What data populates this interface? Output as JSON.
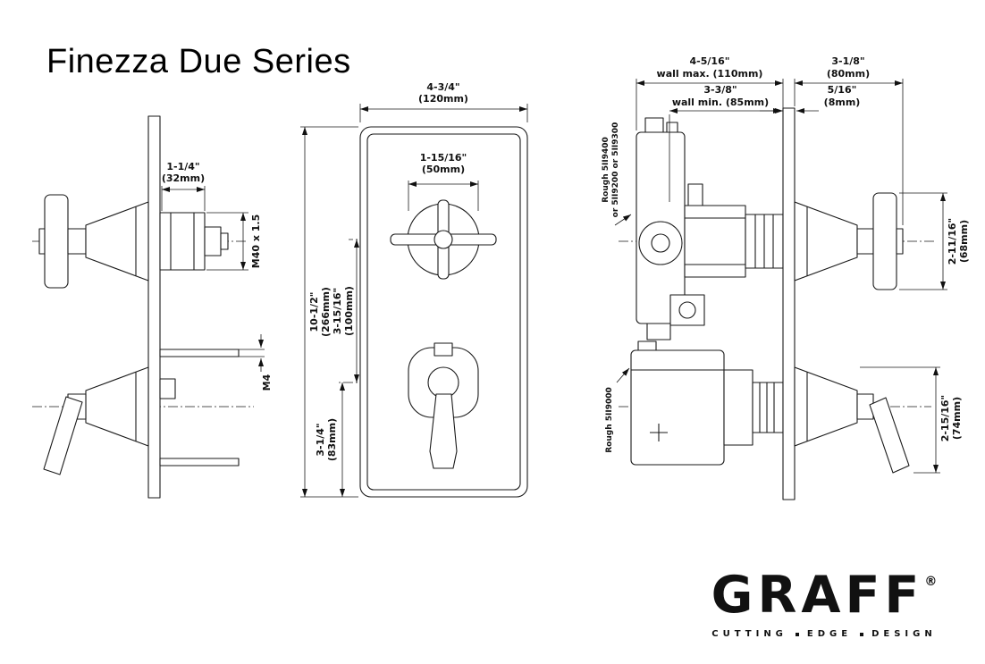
{
  "title": "Finezza Due Series",
  "left_view": {
    "dim_handle_w_in": "1-1/4\"",
    "dim_handle_w_mm": "(32mm)",
    "thread_label": "M40 x 1.5",
    "screw_label": "M4"
  },
  "front_view": {
    "dim_width_in": "4-3/4\"",
    "dim_width_mm": "(120mm)",
    "dim_knob_in": "1-15/16\"",
    "dim_knob_mm": "(50mm)",
    "dim_height_in": "10-1/2\"",
    "dim_height_mm": "(266mm)",
    "dim_centers_in": "3-15/16\"",
    "dim_centers_mm": "(100mm)",
    "dim_bottom_in": "3-1/4\"",
    "dim_bottom_mm": "(83mm)"
  },
  "side_view": {
    "dim_wall_max_in": "4-5/16\"",
    "dim_wall_max_note": "wall max. (110mm)",
    "dim_wall_min_in": "3-3/8\"",
    "dim_wall_min_note": "wall min. (85mm)",
    "dim_trim_in": "3-1/8\"",
    "dim_trim_mm": "(80mm)",
    "dim_plate_in": "5/16\"",
    "dim_plate_mm": "(8mm)",
    "dim_top_handle_in": "2-11/16\"",
    "dim_top_handle_mm": "(68mm)",
    "dim_bottom_handle_in": "2-15/16\"",
    "dim_bottom_handle_mm": "(74mm)",
    "rough_top_line1": "Rough 5II9400",
    "rough_top_line2": "or 5II9200 or 5II9300",
    "rough_bottom": "Rough 5II9000"
  },
  "logo": {
    "brand": "GRAFF",
    "registered": "®",
    "tagline_words": [
      "CUTTING",
      "EDGE",
      "DESIGN"
    ]
  }
}
